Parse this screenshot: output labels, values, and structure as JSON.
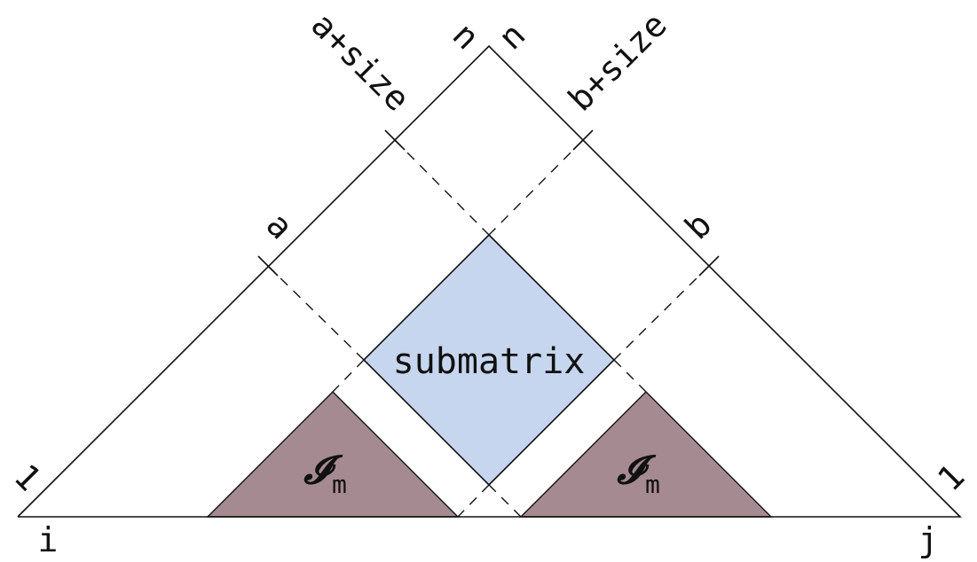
{
  "labels": {
    "left_edge_start": "1",
    "left_edge_end": "n",
    "right_edge_start": "1",
    "right_edge_end": "n",
    "left_a": "a",
    "left_a_size": "a+size",
    "right_b": "b",
    "right_b_size": "b+size",
    "base_i": "i",
    "base_j": "j"
  },
  "submatrix_label": "submatrix",
  "left_region": {
    "symbol": "𝓘",
    "subscript": "m"
  },
  "right_region": {
    "symbol": "𝓘",
    "subscript": "m"
  },
  "colors": {
    "submatrix_fill": "#c6d6ee",
    "region_fill": "#a68a92",
    "line": "#111111"
  }
}
